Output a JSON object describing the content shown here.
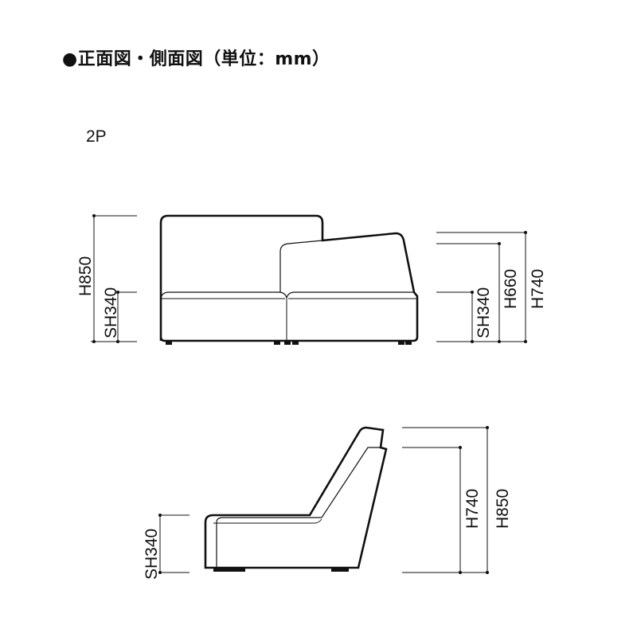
{
  "title": "●正面図・側面図（単位：mm）",
  "model": "2P",
  "front_view": {
    "left_dims": {
      "overall_height": "H850",
      "seat_height": "SH340"
    },
    "right_dims": {
      "seat_height": "SH340",
      "cushion_height": "H660",
      "back_height": "H740"
    }
  },
  "side_view": {
    "left_dims": {
      "seat_height": "SH340"
    },
    "right_dims": {
      "back_height": "H740",
      "overall_height": "H850"
    }
  }
}
